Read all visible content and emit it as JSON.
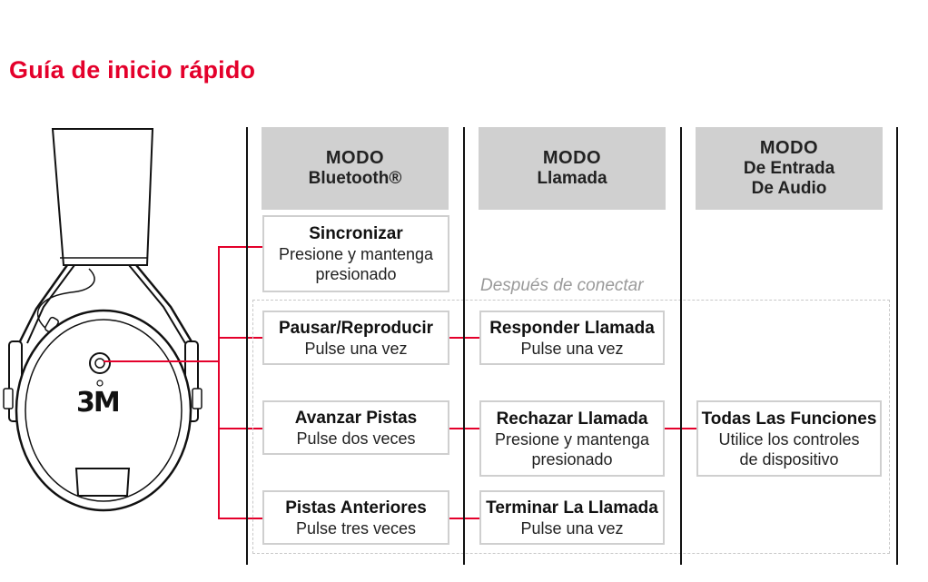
{
  "page": {
    "title": "Guía de inicio rápido",
    "accent_color": "#e4002b",
    "after_connect": "Después de conectar"
  },
  "headset": {
    "logo_text": "3M",
    "button_icon": "power-button-icon"
  },
  "columns": [
    {
      "line1": "MODO",
      "line2": "Bluetooth®"
    },
    {
      "line1": "MODO",
      "line2": "Llamada"
    },
    {
      "line1": "MODO",
      "line2": "De Entrada",
      "line3": "De Audio"
    }
  ],
  "bluetooth": {
    "sync": {
      "title": "Sincronizar",
      "line1": "Presione y mantenga",
      "line2": "presionado"
    },
    "play": {
      "title": "Pausar/Reproducir",
      "line1": "Pulse una vez"
    },
    "next": {
      "title": "Avanzar Pistas",
      "line1": "Pulse dos veces"
    },
    "prev": {
      "title": "Pistas Anteriores",
      "line1": "Pulse tres veces"
    }
  },
  "call": {
    "answer": {
      "title": "Responder Llamada",
      "line1": "Pulse una vez"
    },
    "reject": {
      "title": "Rechazar Llamada",
      "line1": "Presione y mantenga",
      "line2": "presionado"
    },
    "end": {
      "title": "Terminar La Llamada",
      "line1": "Pulse una vez"
    }
  },
  "audio_in": {
    "all": {
      "title": "Todas Las Funciones",
      "line1": "Utilice los controles",
      "line2": "de dispositivo"
    }
  }
}
